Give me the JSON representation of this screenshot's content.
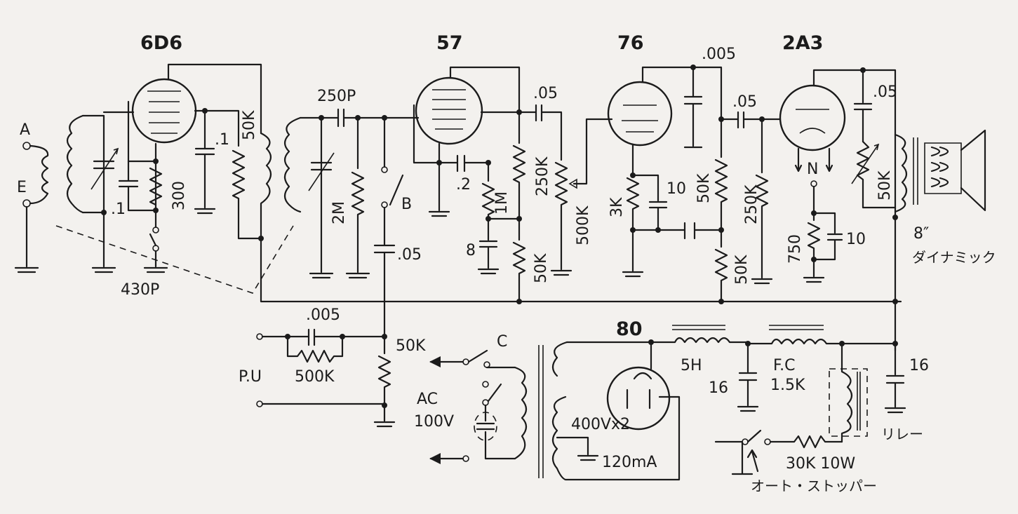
{
  "tubes": {
    "t1": "6D6",
    "t2": "57",
    "t3": "76",
    "t4": "2A3",
    "rect": "80"
  },
  "terminals": {
    "antenna": "A",
    "earth": "E",
    "pickup": "P.U",
    "switch_b": "B",
    "switch_c": "C",
    "neutral": "N"
  },
  "values": {
    "c_grid_6d6": ".1",
    "r_cathode_6d6": "300",
    "c_bypass_6d6": ".1",
    "r_plate_6d6": "50K",
    "c_tuning": "430P",
    "c_grid_57": "250P",
    "r_grid_57": "2M",
    "c_sw": ".05",
    "c_screen_57": ".2",
    "r_screen_57": "1M",
    "c_cathode_57": "8",
    "r_load_57": "250K",
    "r_dec_57": "50K",
    "c_coupling_57": ".05",
    "r_volume": "500K",
    "c_plate_76": ".005",
    "r_cathode_76": "3K",
    "c_cathode_76": "10",
    "r_load_76": "50K",
    "r_dec_76": "50K",
    "c_coupling_76": ".05",
    "r_grid_2a3": "250K",
    "c_plate_2a3": ".05",
    "r_tone_2a3": "50K",
    "r_bias_2a3": "750",
    "c_bias_2a3": "10",
    "speaker_size": "8″",
    "speaker_type": "ダイナミック",
    "c_pu": ".005",
    "r_pu_parallel": "500K",
    "r_pu_series": "50K",
    "ac_label": "AC",
    "ac_voltage": "100V",
    "tr_secondary": "400Vx2",
    "tr_current": "120mA",
    "choke_1": "5H",
    "c_filter_1": "16",
    "choke_fc": "F.C",
    "choke_fc_r": "1.5K",
    "c_filter_2": "16",
    "relay": "リレー",
    "r_stopper": "30K 10W",
    "auto_stopper": "オート・ストッパー"
  }
}
